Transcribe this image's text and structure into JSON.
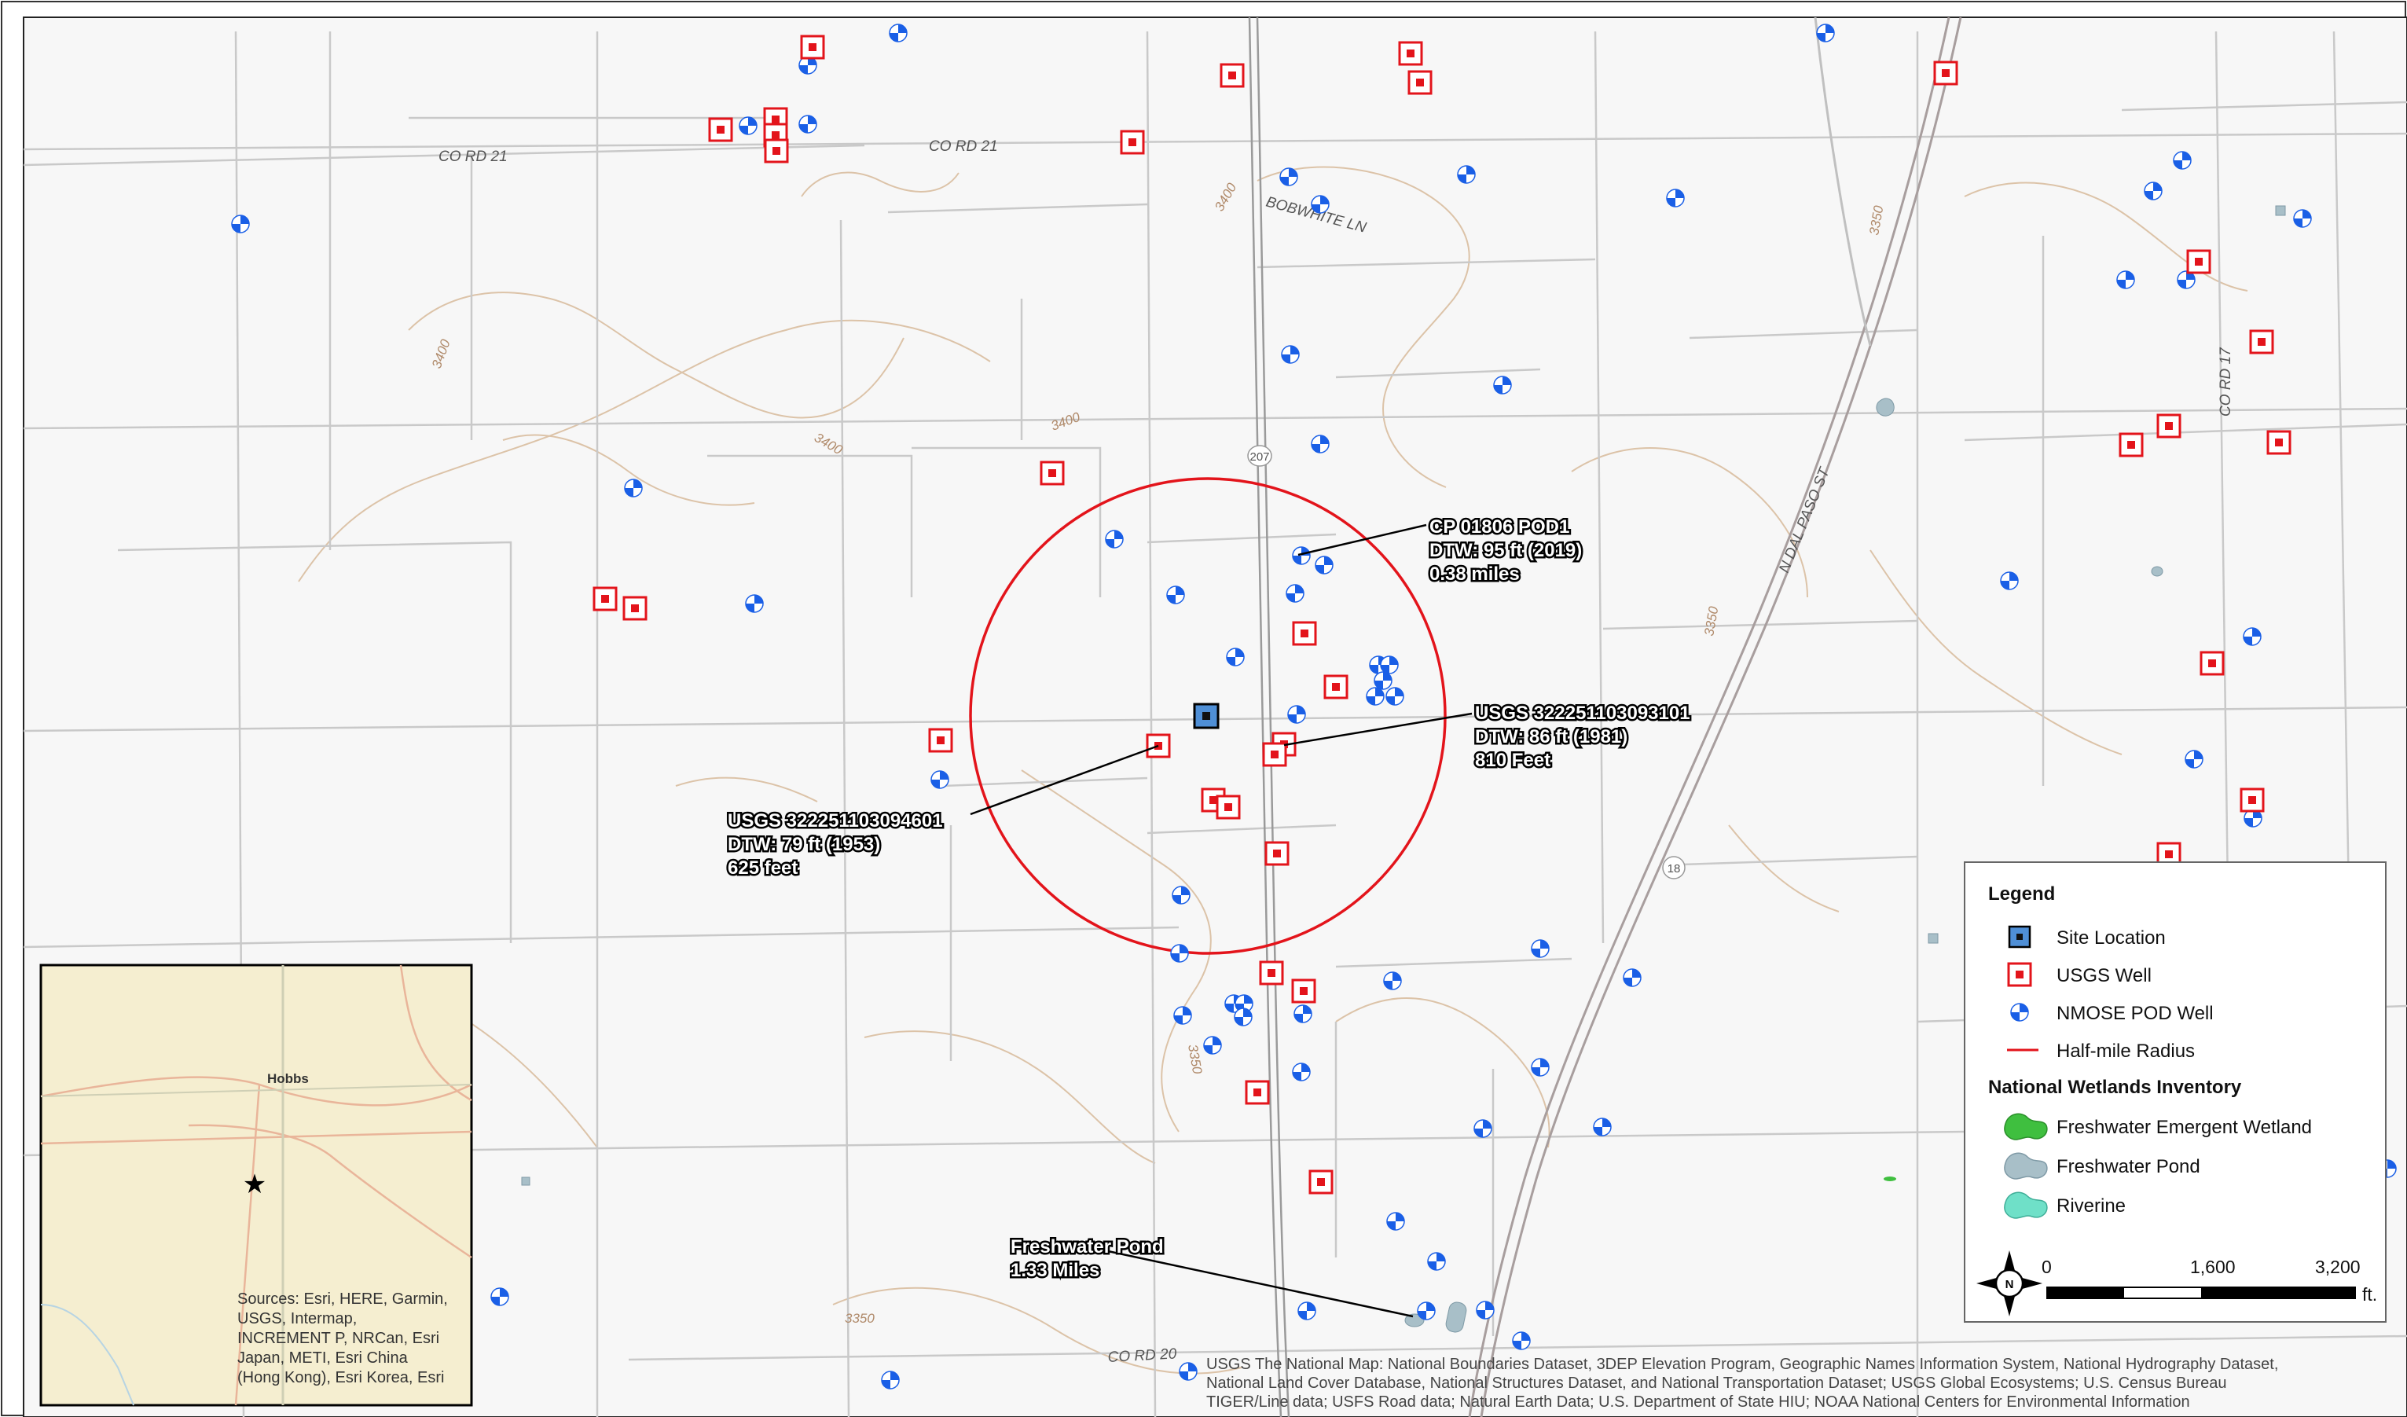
{
  "roads": {
    "co_rd_21_west": "CO RD 21",
    "co_rd_21_east": "CO RD 21",
    "bobwhite": "BOBWHITE LN",
    "hwy_207": "207",
    "hwy_18": "18",
    "n_dal_paso": "N DAL PASO ST",
    "co_rd_17": "CO RD 17",
    "co_rd_20": "CO RD 20"
  },
  "contours": [
    "3400",
    "3400",
    "3400",
    "3400",
    "3350",
    "3350",
    "3350",
    "3350"
  ],
  "callouts": {
    "cp01806": [
      "CP 01806 POD1",
      "DTW: 95 ft (2019)",
      "0.38 miles"
    ],
    "usgs_093101": [
      "USGS 322251103093101",
      "DTW: 86 ft (1981)",
      "810 Feet"
    ],
    "usgs_094601": [
      "USGS 322251103094601",
      "DTW: 79 ft (1953)",
      "625 feet"
    ],
    "freshwater_pond": [
      "Freshwater Pond",
      "1.33 Miles"
    ]
  },
  "inset": {
    "city": "Hobbs",
    "sources": [
      "Sources: Esri, HERE, Garmin,",
      "USGS, Intermap,",
      "INCREMENT P, NRCan, Esri",
      "Japan, METI, Esri China",
      "(Hong Kong), Esri Korea, Esri"
    ]
  },
  "legend": {
    "title": "Legend",
    "items": [
      {
        "label": "Site Location",
        "icon": "site-square-icon",
        "color": "#4f8fd6"
      },
      {
        "label": "USGS Well",
        "icon": "usgs-square-icon",
        "color": "#e3141b"
      },
      {
        "label": "NMOSE POD Well",
        "icon": "pod-well-icon",
        "color": "#1a5fe6"
      },
      {
        "label": "Half-mile Radius",
        "icon": "radius-line-icon",
        "color": "#e3141b"
      }
    ],
    "wetlands_title": "National Wetlands Inventory",
    "wetlands": [
      {
        "label": "Freshwater Emergent Wetland",
        "icon": "emergent-wetland-icon",
        "color": "#3fbf3f"
      },
      {
        "label": "Freshwater Pond",
        "icon": "pond-icon",
        "color": "#a8bfc8"
      },
      {
        "label": "Riverine",
        "icon": "riverine-icon",
        "color": "#6fe0c8"
      }
    ],
    "scale": {
      "labels": [
        "0",
        "1,600",
        "3,200"
      ],
      "unit": "ft."
    }
  },
  "credits": [
    "USGS The National Map: National Boundaries Dataset, 3DEP Elevation Program, Geographic Names Information System, National Hydrography Dataset,",
    "National Land Cover Database, National Structures Dataset, and National Transportation Dataset; USGS Global Ecosystems; U.S. Census Bureau",
    "TIGER/Line data; USFS Road data; Natural Earth Data; U.S. Department of State HIU; NOAA National Centers for Environmental Information"
  ],
  "colors": {
    "usgs": "#e3141b",
    "pod": "#1a5fe6",
    "site": "#4f8fd6",
    "radius": "#e3141b",
    "road": "#c9c9c9",
    "contour": "#dcc3a8",
    "inset_bg": "#f5eed0"
  }
}
